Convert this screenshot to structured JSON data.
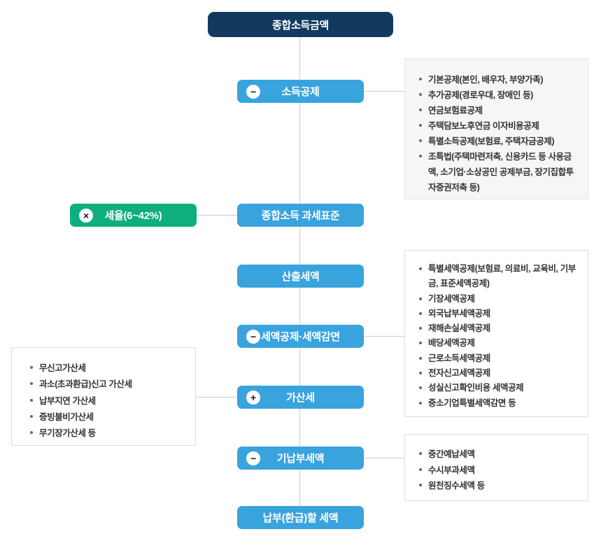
{
  "colors": {
    "navy": "#123a5f",
    "blue": "#39a3de",
    "green": "#0fae7e",
    "line_gray": "#cccccc",
    "panel_gray_bg": "#f6f6f6",
    "panel_border": "#dddddd",
    "bullet_blue": "#54689a",
    "text_dark": "#333333"
  },
  "root_box": {
    "label": "종합소득금액"
  },
  "rate_box": {
    "label": "세율(6~42%)",
    "operator": "×"
  },
  "steps": [
    {
      "label": "소득공제",
      "operator": "−"
    },
    {
      "label": "종합소득 과세표준",
      "operator": ""
    },
    {
      "label": "산출세액",
      "operator": ""
    },
    {
      "label": "세액공제·세액감면",
      "operator": "−"
    },
    {
      "label": "가산세",
      "operator": "+"
    },
    {
      "label": "기납부세액",
      "operator": "−"
    },
    {
      "label": "납부(환급)할 세액",
      "operator": ""
    }
  ],
  "panels": {
    "income_deduction": {
      "items": [
        "기본공제(본인, 배우자, 부양가족)",
        "추가공제(경로우대, 장애인 등)",
        "연금보험료공제",
        "주택담보노후연금 이자비용공제",
        "특별소득공제(보험료, 주택자금공제)",
        "조특법(주택마련저축, 신용카드 등 사용금액, 소기업·소상공인 공제부금, 장기집합투자증권저축 등)"
      ]
    },
    "tax_credit_reduction": {
      "items": [
        "특별세액공제(보험료, 의료비, 교육비, 기부금, 표준세액공제)",
        "기장세액공제",
        "외국납부세액공제",
        "재해손실세액공제",
        "배당세액공제",
        "근로소득세액공제",
        "전자신고세액공제",
        "성실신고확인비용 세액공제",
        "중소기업특별세액감면 등"
      ]
    },
    "penalty_tax": {
      "items": [
        "무신고가산세",
        "과소(초과환급)신고 가산세",
        "납부지연 가산세",
        "증빙불비가산세",
        "무기장가산세 등"
      ]
    },
    "prepaid_tax": {
      "items": [
        "중간예납세액",
        "수시부과세액",
        "원천징수세액 등"
      ]
    }
  }
}
